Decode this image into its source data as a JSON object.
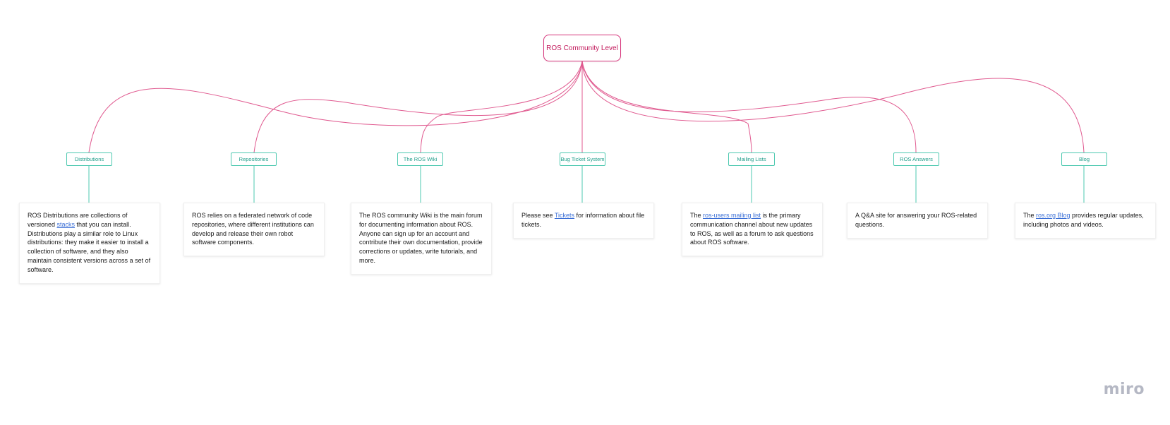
{
  "diagram": {
    "root": {
      "label": "ROS Community Level"
    },
    "colors": {
      "root_border": "#d6337a",
      "root_text": "#c2185b",
      "connector": "#e0598f",
      "topic_border": "#4ec9b0",
      "topic_text": "#1f9e8a",
      "link": "#3b6fd6"
    },
    "topics": [
      {
        "label": "Distributions",
        "note": {
          "before": "ROS Distributions are collections of versioned ",
          "link": "stacks",
          "after": " that you can install. Distributions play a similar role to Linux distributions: they make it easier to install a collection of software, and they also maintain consistent versions across a set of software."
        }
      },
      {
        "label": "Repositories",
        "note": {
          "before": "ROS relies on a federated network of code repositories, where different institutions can develop and release their own robot software components.",
          "link": "",
          "after": ""
        }
      },
      {
        "label": "The ROS Wiki",
        "note": {
          "before": "The ROS community Wiki is the main forum for documenting information about ROS. Anyone can sign up for an account and contribute their own documentation, provide corrections or updates, write tutorials, and more.",
          "link": "",
          "after": ""
        }
      },
      {
        "label": "Bug Ticket System",
        "note": {
          "before": "Please see ",
          "link": "Tickets",
          "after": " for information about file tickets."
        }
      },
      {
        "label": "Mailing Lists",
        "note": {
          "before": "The ",
          "link": "ros-users mailing list",
          "after": " is the primary communication channel about new updates to ROS, as well as a forum to ask questions about ROS software."
        }
      },
      {
        "label": "ROS Answers",
        "note": {
          "before": "A Q&A site for answering your ROS-related questions.",
          "link": "",
          "after": ""
        }
      },
      {
        "label": "Blog",
        "note": {
          "before": "The ",
          "link": "ros.org Blog",
          "after": " provides regular updates, including photos and videos."
        }
      }
    ]
  },
  "watermark": {
    "text": "miro"
  }
}
